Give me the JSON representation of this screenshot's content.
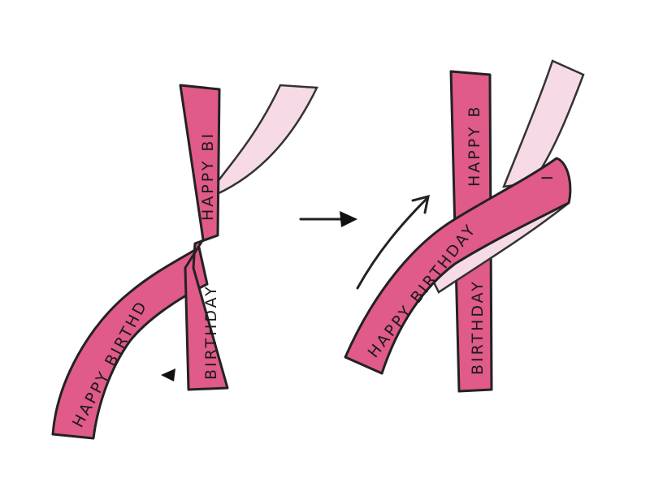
{
  "illustration": {
    "left": {
      "vertical_top_text": "HAPPY BI",
      "vertical_bottom_text": "BIRTHDAY",
      "curved_text": "HAPPY BIRTHD"
    },
    "right": {
      "vertical_top_text": "HAPPY B",
      "vertical_bottom_text": "BIRTHDAY",
      "diagonal_text": "HAPPY BIRTHDAY",
      "end_text": "I"
    },
    "colors": {
      "ribbon": "#e05a8a",
      "ribbon_back": "#f6dbe6",
      "outline": "#222222"
    }
  }
}
